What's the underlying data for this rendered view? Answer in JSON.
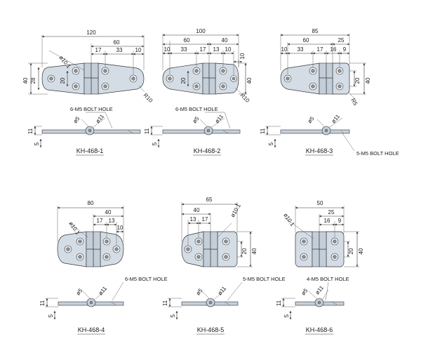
{
  "figures": [
    {
      "model": "KH-468-1",
      "overall": "120",
      "dims": [
        "60",
        "33",
        "17",
        "10"
      ],
      "height": "40",
      "pitch": "20",
      "width": "28",
      "radius": "R10",
      "knuckle": "ø10.1",
      "bolt_note": "6-M5 BOLT HOLE",
      "side_dims": [
        "ø5",
        "ø11",
        "11",
        "5"
      ]
    },
    {
      "model": "KH-468-2",
      "overall": "100",
      "dims": [
        "60",
        "40",
        "10",
        "33",
        "17",
        "13",
        "10"
      ],
      "height": "40",
      "pitch": "20",
      "radius": "R10",
      "bolt_note": "6-M5 BOLT HOLE",
      "side_dims": [
        "ø5",
        "ø11",
        "11",
        "5"
      ]
    },
    {
      "model": "KH-468-3",
      "overall": "85",
      "dims": [
        "60",
        "25",
        "10",
        "33",
        "17",
        "16",
        "9"
      ],
      "height": "40",
      "pitch": "20",
      "radius": "R5",
      "bolt_note": "5-M5 BOLT HOLE",
      "side_dims": [
        "ø5",
        "ø11",
        "11",
        "5"
      ]
    },
    {
      "model": "KH-468-4",
      "overall": "80",
      "dims": [
        "40",
        "17",
        "13",
        "10"
      ],
      "knuckle": "ø10.1",
      "bolt_note": "6-M5 BOLT HOLE",
      "side_dims": [
        "ø5",
        "ø11",
        "11",
        "5"
      ]
    },
    {
      "model": "KH-468-5",
      "overall": "65",
      "dims": [
        "40",
        "13",
        "17"
      ],
      "height": "40",
      "pitch": "20",
      "knuckle": "ø10.1",
      "bolt_note": "5-M5 BOLT HOLE",
      "side_dims": [
        "ø5",
        "ø11",
        "11",
        "5"
      ]
    },
    {
      "model": "KH-468-6",
      "overall": "50",
      "dims": [
        "25",
        "16",
        "9"
      ],
      "height": "40",
      "pitch": "20",
      "knuckle": "ø10.1",
      "bolt_note": "4-M5 BOLT HOLE",
      "side_dims": [
        "ø5",
        "ø11",
        "11",
        "5"
      ]
    }
  ]
}
